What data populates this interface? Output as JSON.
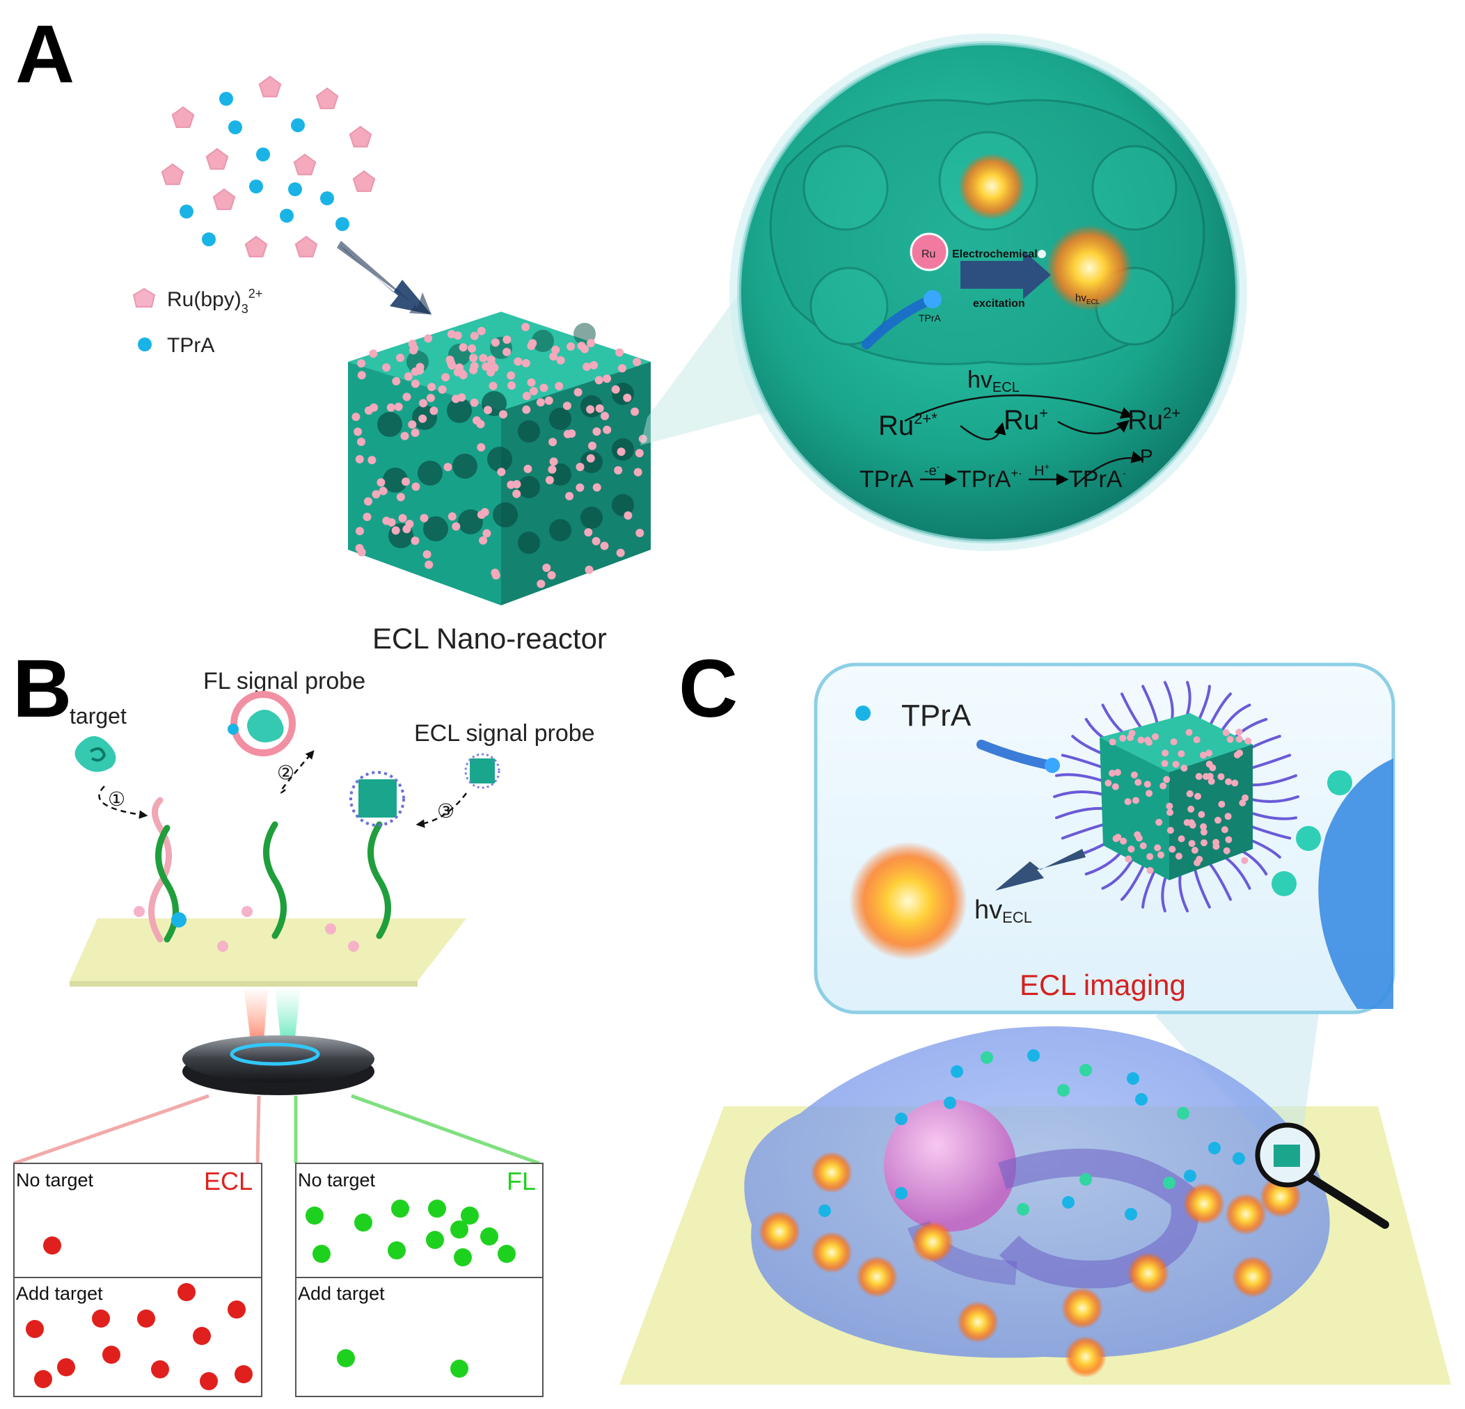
{
  "panelA": {
    "letter": "A",
    "legend_ru": "Ru(bpy)",
    "legend_ru_sub": "3",
    "legend_ru_sup": "2+",
    "legend_tpra": "TPrA",
    "nanoreactor_label": "ECL Nano-reactor",
    "inset": {
      "ru_badge": "Ru",
      "tpra_badge": "TPrA",
      "electrochemical": "Electrochemical",
      "excitation": "excitation",
      "hv_small": "hv",
      "hv_small_sub": "ECL",
      "hv_main": "hv",
      "hv_main_sub": "ECL",
      "ru_excited": "Ru",
      "ru_excited_sup": "2+*",
      "ru_plus": "Ru",
      "ru_plus_sup": "+",
      "ru_ground": "Ru",
      "ru_ground_sup": "2+",
      "tpra1": "TPrA",
      "e_minus": "-e",
      "e_minus_sup": "-",
      "tpra_cation": "TPrA",
      "tpra_cation_sup": "+·",
      "h_plus": "H",
      "h_plus_sup": "+",
      "tpra_radical": "TPrA",
      "tpra_radical_sup": "·",
      "p": "P"
    }
  },
  "panelB": {
    "letter": "B",
    "target_label": "target",
    "fl_probe_label": "FL signal probe",
    "ecl_probe_label": "ECL signal probe",
    "steps": [
      "①",
      "②",
      "③"
    ],
    "ecl_box": {
      "title": "ECL",
      "row1": "No target",
      "row2": "Add target",
      "color": "#e0201c"
    },
    "fl_box": {
      "title": "FL",
      "row1": "No target",
      "row2": "Add target",
      "color": "#1fd11f"
    }
  },
  "panelC": {
    "letter": "C",
    "tpra_label": "TPrA",
    "hv": "hv",
    "hv_sub": "ECL",
    "imaging_label": "ECL imaging",
    "imaging_color": "#d4211e"
  },
  "colors": {
    "teal": "#1fae96",
    "pink": "#f4a9bc",
    "cyan": "#1ab3e6",
    "pad": "#f0f2b8"
  }
}
